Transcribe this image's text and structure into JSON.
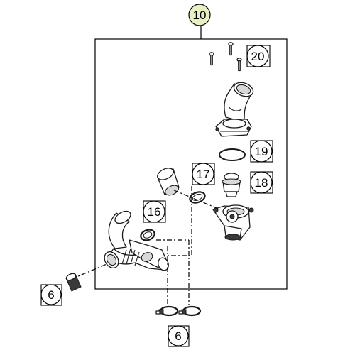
{
  "callouts": {
    "assembly": "10",
    "screws": "20",
    "o_ring": "19",
    "thermostat": "18",
    "clamp_upper": "17",
    "clamp_lower": "16",
    "plug": "6",
    "hose_clamps": "6"
  },
  "colors": {
    "assembly_highlight": "#e9efc2",
    "line": "#1a1a1a",
    "background": "#ffffff"
  }
}
